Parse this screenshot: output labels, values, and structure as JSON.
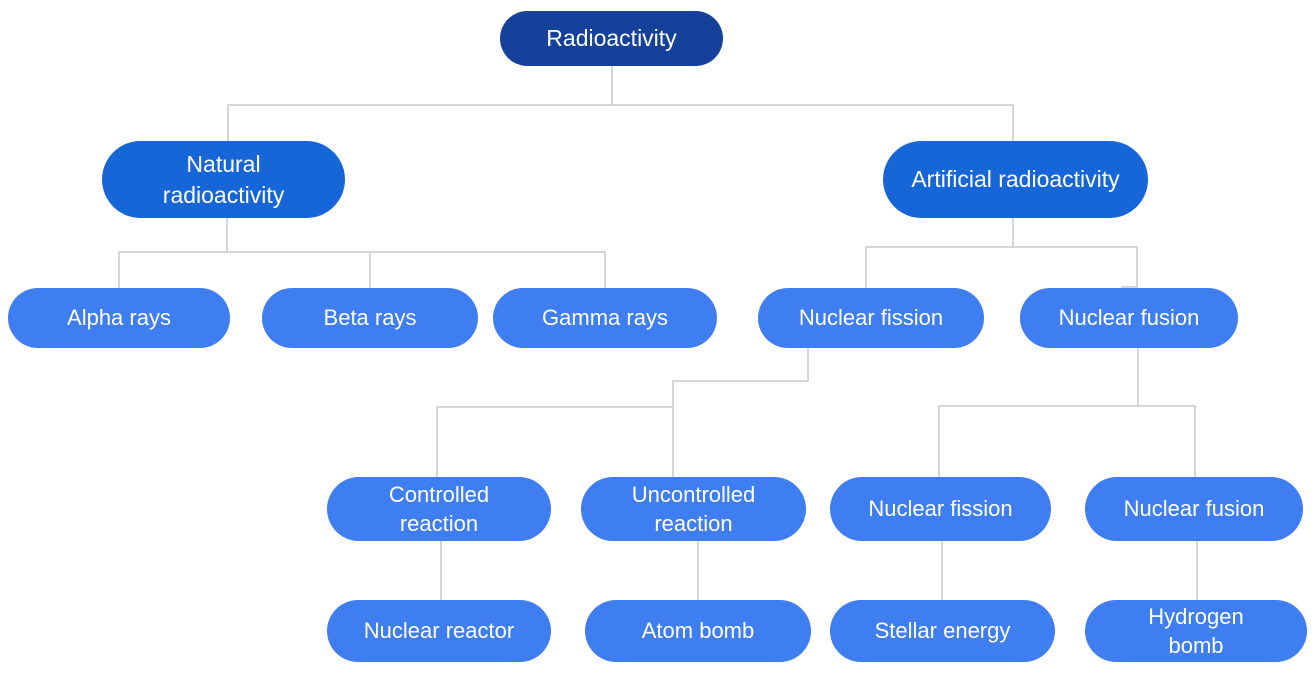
{
  "nodes": {
    "root": {
      "label": "Radioactivity",
      "level": 1
    },
    "natural": {
      "label": "Natural radioactivity",
      "level": 2
    },
    "artificial": {
      "label": "Artificial radioactivity",
      "level": 2
    },
    "alpha": {
      "label": "Alpha rays",
      "level": 3
    },
    "beta": {
      "label": "Beta rays",
      "level": 3
    },
    "gamma": {
      "label": "Gamma rays",
      "level": 3
    },
    "fission": {
      "label": "Nuclear fission",
      "level": 3
    },
    "fusion": {
      "label": "Nuclear fusion",
      "level": 3
    },
    "controlled": {
      "label": "Controlled reaction",
      "level": 4
    },
    "uncontrolled": {
      "label": "Uncontrolled reaction",
      "level": 4
    },
    "fission_sub": {
      "label": "Nuclear fission",
      "level": 4
    },
    "fusion_sub": {
      "label": "Nuclear fusion",
      "level": 4
    },
    "reactor": {
      "label": "Nuclear reactor",
      "level": 5
    },
    "atom_bomb": {
      "label": "Atom bomb",
      "level": 5
    },
    "stellar": {
      "label": "Stellar energy",
      "level": 5
    },
    "hydrogen_bomb": {
      "label": "Hydrogen bomb",
      "level": 5
    }
  },
  "edges": [
    {
      "from": "root",
      "to": "natural"
    },
    {
      "from": "root",
      "to": "artificial"
    },
    {
      "from": "natural",
      "to": "alpha"
    },
    {
      "from": "natural",
      "to": "beta"
    },
    {
      "from": "natural",
      "to": "gamma"
    },
    {
      "from": "artificial",
      "to": "fission"
    },
    {
      "from": "artificial",
      "to": "fusion"
    },
    {
      "from": "fission",
      "to": "controlled"
    },
    {
      "from": "fission",
      "to": "uncontrolled"
    },
    {
      "from": "fusion",
      "to": "fission_sub"
    },
    {
      "from": "fusion",
      "to": "fusion_sub"
    },
    {
      "from": "controlled",
      "to": "reactor"
    },
    {
      "from": "uncontrolled",
      "to": "atom_bomb"
    },
    {
      "from": "fission_sub",
      "to": "stellar"
    },
    {
      "from": "fusion_sub",
      "to": "hydrogen_bomb"
    }
  ],
  "colors": {
    "root_fill": "#15419b",
    "branch_fill": "#1666d8",
    "leaf_fill": "#3e7ef0",
    "text": "#ffffff",
    "connector": "#c9c9c9",
    "background": "#ffffff"
  }
}
